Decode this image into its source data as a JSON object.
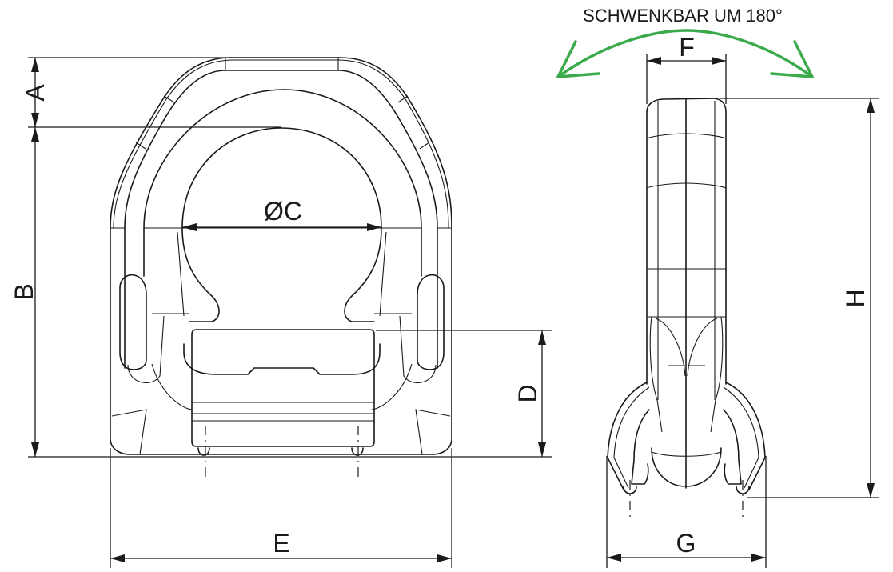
{
  "drawing": {
    "caption": "SCHWENKBAR UM 180°",
    "accent_color": "#3aaa4a",
    "line_color": "#1a1a1a",
    "dimensions": {
      "A": "A",
      "B": "B",
      "C": "ØC",
      "D": "D",
      "E": "E",
      "F": "F",
      "G": "G",
      "H": "H"
    },
    "views": [
      "front-view",
      "side-view"
    ]
  }
}
